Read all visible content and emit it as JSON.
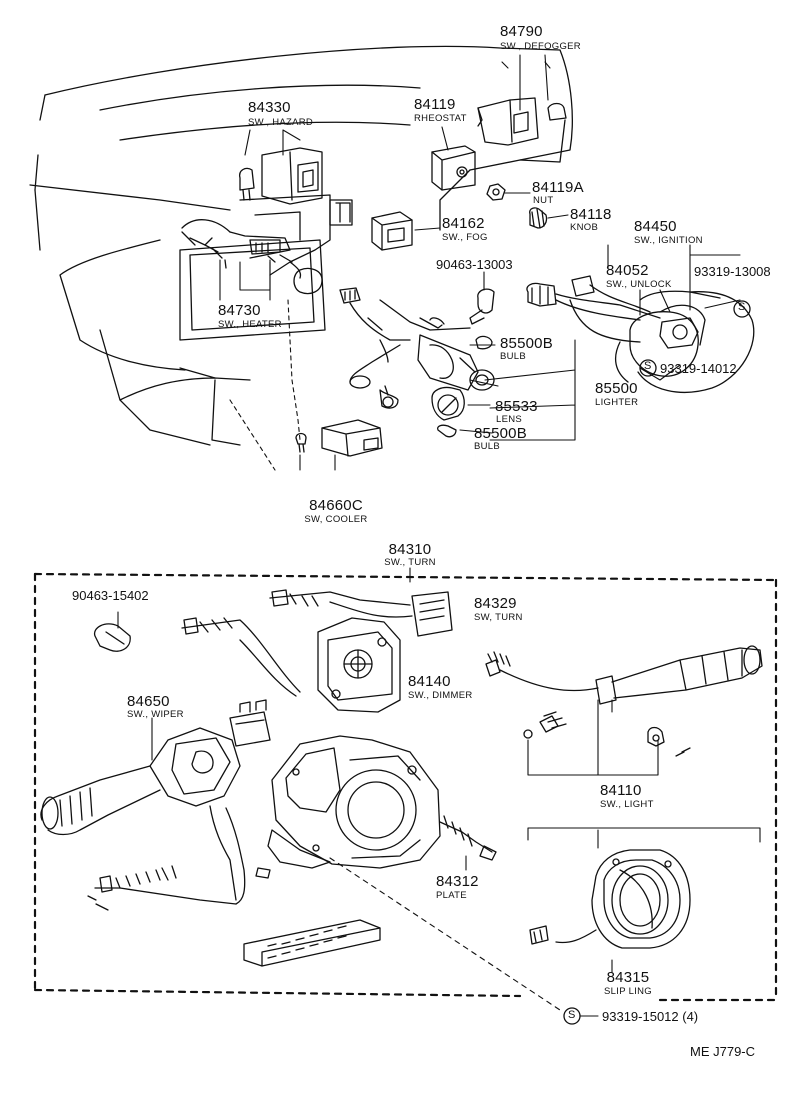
{
  "parts": {
    "p84790": {
      "number": "84790",
      "name": "SW., DEFOGGER"
    },
    "p84330": {
      "number": "84330",
      "name": "SW., HAZARD"
    },
    "p84119": {
      "number": "84119",
      "name": "RHEOSTAT"
    },
    "p84119a": {
      "number": "84119A",
      "name": "NUT"
    },
    "p84162": {
      "number": "84162",
      "name": "SW., FOG"
    },
    "p84118": {
      "number": "84118",
      "name": "KNOB"
    },
    "p84450": {
      "number": "84450",
      "name": "SW., IGNITION"
    },
    "p90463_13003": {
      "number": "90463-13003"
    },
    "p84052": {
      "number": "84052",
      "name": "SW., UNLOCK"
    },
    "p93319_13008": {
      "number": "93319-13008"
    },
    "p84730": {
      "number": "84730",
      "name": "SW., HEATER"
    },
    "p85500b_1": {
      "number": "85500B",
      "name": "BULB"
    },
    "p93319_14012": {
      "number": "93319-14012"
    },
    "p85500": {
      "number": "85500",
      "name": "LIGHTER"
    },
    "p85533": {
      "number": "85533",
      "name": "LENS"
    },
    "p85500b_2": {
      "number": "85500B",
      "name": "BULB"
    },
    "p84660c": {
      "number": "84660C",
      "name": "SW, COOLER"
    },
    "p84310": {
      "number": "84310",
      "name": "SW., TURN"
    },
    "p90463_15402": {
      "number": "90463-15402"
    },
    "p84329": {
      "number": "84329",
      "name": "SW, TURN"
    },
    "p84140": {
      "number": "84140",
      "name": "SW., DIMMER"
    },
    "p84650": {
      "number": "84650",
      "name": "SW., WIPER"
    },
    "p84110": {
      "number": "84110",
      "name": "SW., LIGHT"
    },
    "p84312": {
      "number": "84312",
      "name": "PLATE"
    },
    "p84315": {
      "number": "84315",
      "name": "SLIP LING"
    },
    "p93319_15012": {
      "number": "93319-15012 (4)"
    }
  },
  "screw_symbol": "S",
  "reference_code": "ME J779-C"
}
